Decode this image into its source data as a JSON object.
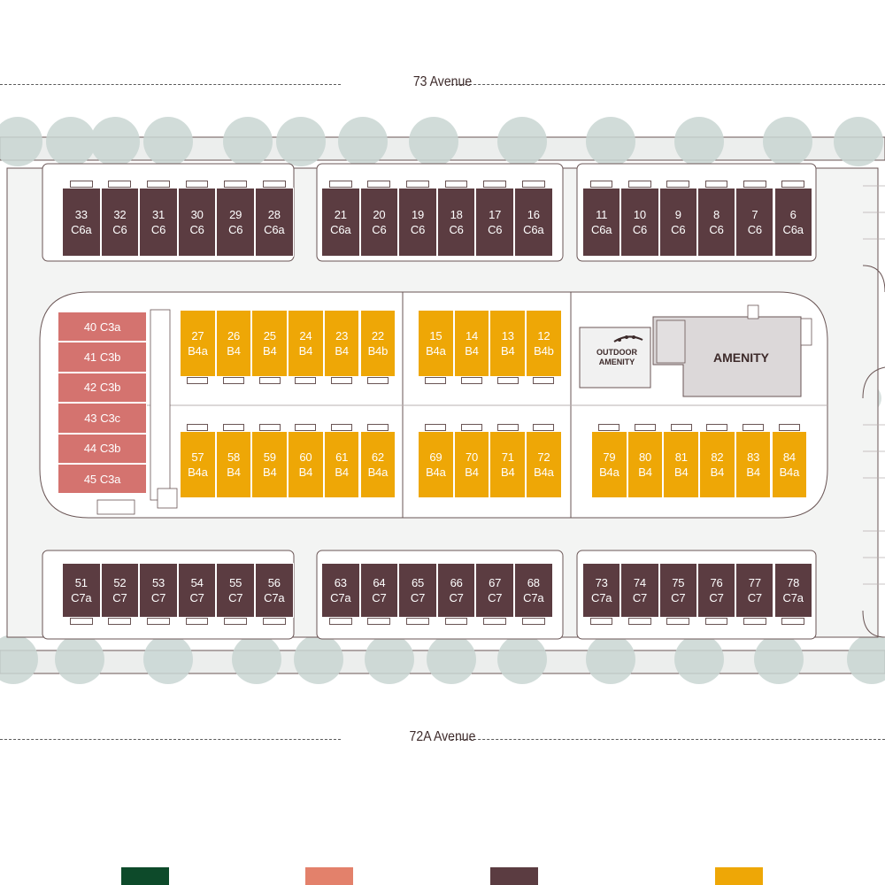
{
  "streets": {
    "north": "73 Avenue",
    "south": "72A Avenue"
  },
  "amenity": {
    "main": "AMENITY",
    "outdoor_line1": "OUTDOOR",
    "outdoor_line2": "AMENITY"
  },
  "colors": {
    "c6": "#5b3c41",
    "c3": "#d4736f",
    "b4": "#eea706",
    "road": "#e9ebea",
    "tree": "#c9d6d3",
    "amenity": "#dcd8d9",
    "legend": [
      "#0d4a2a",
      "#e3816b",
      "#5b3c41",
      "#eea706"
    ]
  },
  "north_block_a": [
    {
      "num": "33",
      "type": "C6a"
    },
    {
      "num": "32",
      "type": "C6"
    },
    {
      "num": "31",
      "type": "C6"
    },
    {
      "num": "30",
      "type": "C6"
    },
    {
      "num": "29",
      "type": "C6"
    },
    {
      "num": "28",
      "type": "C6a"
    }
  ],
  "north_block_b": [
    {
      "num": "21",
      "type": "C6a"
    },
    {
      "num": "20",
      "type": "C6"
    },
    {
      "num": "19",
      "type": "C6"
    },
    {
      "num": "18",
      "type": "C6"
    },
    {
      "num": "17",
      "type": "C6"
    },
    {
      "num": "16",
      "type": "C6a"
    }
  ],
  "north_block_c": [
    {
      "num": "11",
      "type": "C6a"
    },
    {
      "num": "10",
      "type": "C6"
    },
    {
      "num": "9",
      "type": "C6"
    },
    {
      "num": "8",
      "type": "C6"
    },
    {
      "num": "7",
      "type": "C6"
    },
    {
      "num": "6",
      "type": "C6a"
    }
  ],
  "west_column": [
    {
      "num": "40",
      "type": "C3a"
    },
    {
      "num": "41",
      "type": "C3b"
    },
    {
      "num": "42",
      "type": "C3b"
    },
    {
      "num": "43",
      "type": "C3c"
    },
    {
      "num": "44",
      "type": "C3b"
    },
    {
      "num": "45",
      "type": "C3a"
    }
  ],
  "inner_top_a": [
    {
      "num": "27",
      "type": "B4a"
    },
    {
      "num": "26",
      "type": "B4"
    },
    {
      "num": "25",
      "type": "B4"
    },
    {
      "num": "24",
      "type": "B4"
    },
    {
      "num": "23",
      "type": "B4"
    },
    {
      "num": "22",
      "type": "B4b"
    }
  ],
  "inner_top_b": [
    {
      "num": "15",
      "type": "B4a"
    },
    {
      "num": "14",
      "type": "B4"
    },
    {
      "num": "13",
      "type": "B4"
    },
    {
      "num": "12",
      "type": "B4b"
    }
  ],
  "inner_bottom_a": [
    {
      "num": "57",
      "type": "B4a"
    },
    {
      "num": "58",
      "type": "B4"
    },
    {
      "num": "59",
      "type": "B4"
    },
    {
      "num": "60",
      "type": "B4"
    },
    {
      "num": "61",
      "type": "B4"
    },
    {
      "num": "62",
      "type": "B4a"
    }
  ],
  "inner_bottom_b": [
    {
      "num": "69",
      "type": "B4a"
    },
    {
      "num": "70",
      "type": "B4"
    },
    {
      "num": "71",
      "type": "B4"
    },
    {
      "num": "72",
      "type": "B4a"
    }
  ],
  "inner_bottom_c": [
    {
      "num": "79",
      "type": "B4a"
    },
    {
      "num": "80",
      "type": "B4"
    },
    {
      "num": "81",
      "type": "B4"
    },
    {
      "num": "82",
      "type": "B4"
    },
    {
      "num": "83",
      "type": "B4"
    },
    {
      "num": "84",
      "type": "B4a"
    }
  ],
  "south_block_a": [
    {
      "num": "51",
      "type": "C7a"
    },
    {
      "num": "52",
      "type": "C7"
    },
    {
      "num": "53",
      "type": "C7"
    },
    {
      "num": "54",
      "type": "C7"
    },
    {
      "num": "55",
      "type": "C7"
    },
    {
      "num": "56",
      "type": "C7a"
    }
  ],
  "south_block_b": [
    {
      "num": "63",
      "type": "C7a"
    },
    {
      "num": "64",
      "type": "C7"
    },
    {
      "num": "65",
      "type": "C7"
    },
    {
      "num": "66",
      "type": "C7"
    },
    {
      "num": "67",
      "type": "C7"
    },
    {
      "num": "68",
      "type": "C7a"
    }
  ],
  "south_block_c": [
    {
      "num": "73",
      "type": "C7a"
    },
    {
      "num": "74",
      "type": "C7"
    },
    {
      "num": "75",
      "type": "C7"
    },
    {
      "num": "76",
      "type": "C7"
    },
    {
      "num": "77",
      "type": "C7"
    },
    {
      "num": "78",
      "type": "C7a"
    }
  ]
}
